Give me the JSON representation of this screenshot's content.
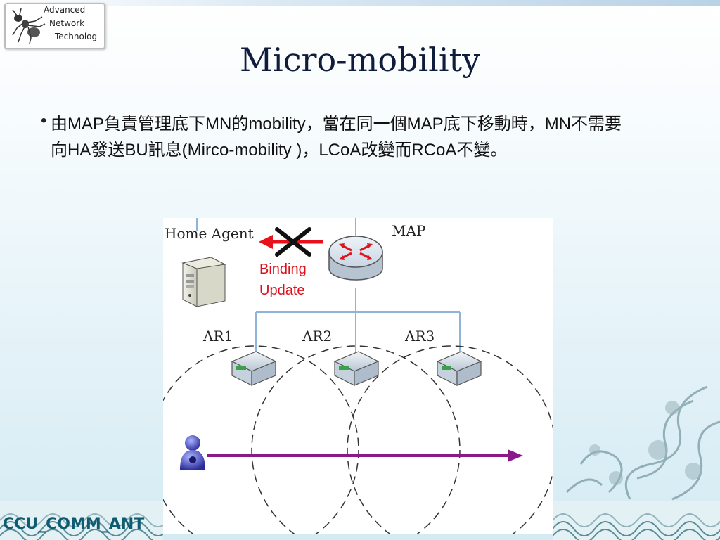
{
  "logo": {
    "line1": "Advanced",
    "line2": "Network",
    "line3": "Technolog"
  },
  "title": "Micro-mobility",
  "bullet": {
    "text": "由MAP負責管理底下MN的mobility，當在同一個MAP底下移動時，MN不需要向HA發送BU訊息(Mirco-mobility )，LCoA改變而RCoA不變。"
  },
  "diagram": {
    "home_agent_label": "Home Agent",
    "map_label": "MAP",
    "ar1_label": "AR1",
    "ar2_label": "AR2",
    "ar3_label": "AR3",
    "binding_update_label": "Binding\nUpdate",
    "colors": {
      "line": "#8fb3d9",
      "binding_arrow": "#e8101a",
      "cross": "#111111",
      "movement_arrow": "#8a1a8a",
      "coverage_circle": "#333333"
    }
  },
  "footer": {
    "text": "CCU_COMM_ANT"
  },
  "theme": {
    "title_color": "#101c3c",
    "footer_color": "#0f5c70"
  }
}
